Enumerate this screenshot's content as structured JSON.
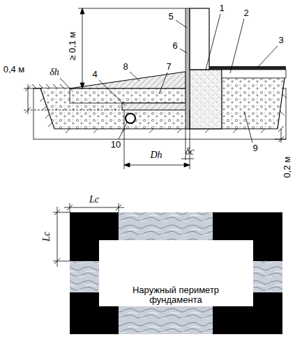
{
  "diagram": {
    "labels": [
      "≥ 0,1 м",
      "0,4 м",
      "δh",
      "Dh",
      "δc",
      "0,2 м",
      "1",
      "2",
      "3",
      "4",
      "5",
      "6",
      "7",
      "8",
      "9",
      "10",
      "Lc",
      "Lc",
      "Наружный периметр фундамента"
    ]
  }
}
